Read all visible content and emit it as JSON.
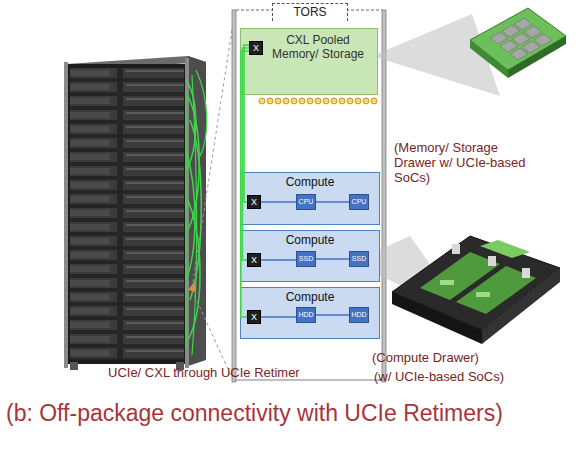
{
  "diagram": {
    "caption": "(b: Off-package connectivity with UCIe Retimers)",
    "nodes": [
      {
        "text": [
          "TORS"
        ]
      },
      {
        "text": [
          "CXL Pooled Memory/ Storage"
        ]
      },
      {
        "text": [
          "X"
        ],
        "in": 1
      },
      {
        "text": [
          "Compute"
        ]
      },
      {
        "text": [
          "X"
        ],
        "in": 3
      },
      {
        "text": [
          "CPU"
        ],
        "in": 3
      },
      {
        "text": [
          "CPU"
        ],
        "in": 3
      },
      {
        "text": [
          "Compute"
        ]
      },
      {
        "text": [
          "X"
        ],
        "in": 7
      },
      {
        "text": [
          "SSD"
        ],
        "in": 7
      },
      {
        "text": [
          "SSD"
        ],
        "in": 7
      },
      {
        "text": [
          "Compute"
        ]
      },
      {
        "text": [
          "X"
        ],
        "in": 11
      },
      {
        "text": [
          "HDD"
        ],
        "in": 11
      },
      {
        "text": [
          "HDD"
        ],
        "in": 11
      }
    ],
    "edges": [
      {
        "from": 4,
        "to": 5,
        "arrow": "none"
      },
      {
        "from": 5,
        "to": 6,
        "arrow": "none"
      },
      {
        "from": 8,
        "to": 9,
        "arrow": "none"
      },
      {
        "from": 9,
        "to": 10,
        "arrow": "none"
      },
      {
        "from": 12,
        "to": 13,
        "arrow": "none"
      },
      {
        "from": 13,
        "to": 14,
        "arrow": "none"
      },
      {
        "from": 4,
        "to": 2,
        "arrow": "none"
      },
      {
        "from": 8,
        "to": 2,
        "arrow": "none"
      },
      {
        "from": 12,
        "to": 2,
        "arrow": "none"
      }
    ],
    "labels": [
      "UCIe/ CXL through UCIe Retimer",
      "(Memory/ Storage Drawer w/ UCIe-based SoCs)",
      "(Compute Drawer)",
      "(w/ UCIe-based SoCs)"
    ]
  }
}
